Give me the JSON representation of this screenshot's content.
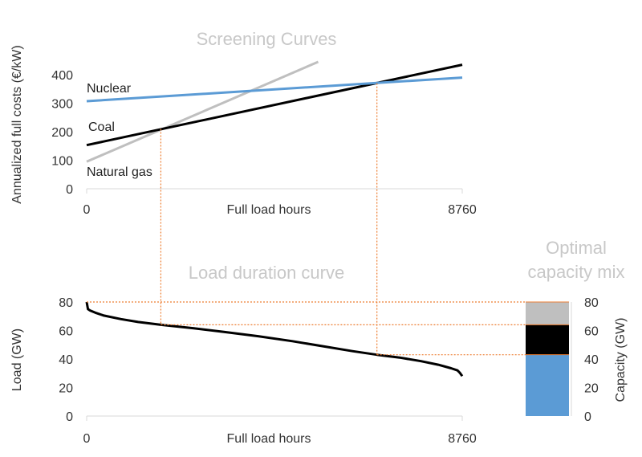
{
  "chart_data": [
    {
      "type": "line",
      "title": "Screening Curves",
      "xlabel": "Full load hours",
      "ylabel": "Annualized full costs (€/kW)",
      "xlim": [
        0,
        8760
      ],
      "ylim": [
        0,
        400
      ],
      "x_ticks": [
        "0",
        "8760"
      ],
      "y_ticks": [
        "0",
        "100",
        "200",
        "300",
        "400"
      ],
      "series": [
        {
          "name": "Nuclear",
          "color": "#5b9bd5",
          "x": [
            0,
            8760
          ],
          "y": [
            307,
            390
          ]
        },
        {
          "name": "Coal",
          "color": "#000000",
          "x": [
            0,
            8760
          ],
          "y": [
            153,
            435
          ]
        },
        {
          "name": "Natural gas",
          "color": "#bfbfbf",
          "x": [
            0,
            5400
          ],
          "y": [
            95,
            445
          ]
        }
      ],
      "intersections": [
        {
          "x": 1730,
          "y": 210
        },
        {
          "x": 6770,
          "y": 370
        }
      ]
    },
    {
      "type": "line",
      "title": "Load duration curve",
      "xlabel": "Full load hours",
      "ylabel": "Load (GW)",
      "xlim": [
        0,
        8760
      ],
      "ylim": [
        0,
        80
      ],
      "x_ticks": [
        "0",
        "8760"
      ],
      "y_ticks": [
        "0",
        "20",
        "40",
        "60",
        "80"
      ],
      "series": [
        {
          "color": "#000000",
          "x": [
            0,
            30,
            80,
            200,
            400,
            800,
            1200,
            1730,
            2500,
            3200,
            4000,
            4800,
            5500,
            6200,
            6770,
            7300,
            7800,
            8200,
            8500,
            8650,
            8700,
            8760
          ],
          "y": [
            80,
            75,
            74,
            72.5,
            70.5,
            68,
            66,
            64,
            61.5,
            59,
            56,
            52.5,
            49,
            45.5,
            43,
            41,
            38.5,
            36,
            33.5,
            32,
            30.5,
            28
          ]
        }
      ]
    },
    {
      "type": "bar",
      "title": "Optimal capacity mix",
      "ylabel": "Capacity (GW)",
      "ylim": [
        0,
        80
      ],
      "y_ticks": [
        "0",
        "20",
        "40",
        "60",
        "80"
      ],
      "stacked": true,
      "series": [
        {
          "color": "#5b9bd5",
          "from": 0,
          "to": 43
        },
        {
          "color": "#000000",
          "from": 43,
          "to": 64
        },
        {
          "color": "#bfbfbf",
          "from": 64,
          "to": 80
        }
      ]
    }
  ],
  "labels": {
    "nuclear": "Nuclear",
    "coal": "Coal",
    "natural_gas": "Natural gas"
  },
  "colors": {
    "guide": "#ed7d31",
    "axis": "#d9d9d9"
  }
}
